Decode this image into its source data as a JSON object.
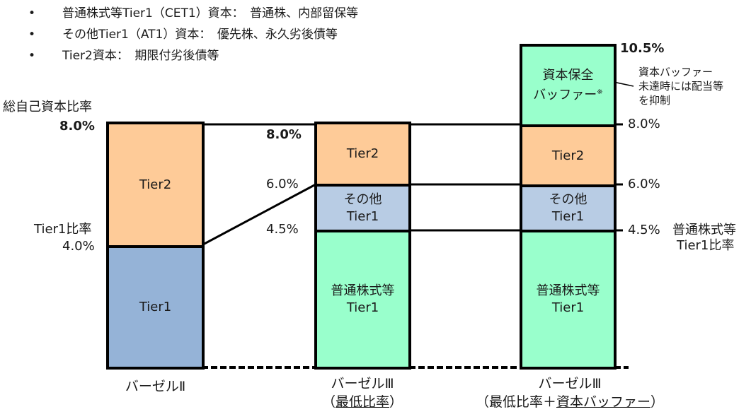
{
  "bullets": [
    {
      "bullet": "•",
      "text": "普通株式等Tier1（CET1）資本：　普通株、内部留保等"
    },
    {
      "bullet": "•",
      "text": "その他Tier1（AT1）資本：　優先株、永久劣後債等"
    },
    {
      "bullet": "•",
      "text": "Tier2資本：　期限付劣後債等"
    }
  ],
  "bar1": {
    "axis_title": "総自己資本比率",
    "top_value": "8.0%",
    "tier1_ratio_label": "Tier1比率",
    "tier1_value": "4.0%",
    "segments": {
      "tier2": "Tier2",
      "tier1": "Tier1"
    },
    "category": "バーゼルⅡ"
  },
  "bar2": {
    "top_value": "8.0%",
    "mid_value": "6.0%",
    "low_value": "4.5%",
    "segments": {
      "tier2": "Tier2",
      "at1_line1": "その他",
      "at1_line2": "Tier1",
      "cet1_line1": "普通株式等",
      "cet1_line2": "Tier1"
    },
    "category_line1": "バーゼルⅢ",
    "category_line2_open": "（",
    "category_line2_u": "最低比率",
    "category_line2_close": "）"
  },
  "bar3": {
    "top_value": "10.5%",
    "v8": "8.0%",
    "v6": "6.0%",
    "v45": "4.5%",
    "cet1_ratio_label_line1": "普通株式等",
    "cet1_ratio_label_line2": "Tier1比率",
    "segments": {
      "buffer_line1": "資本保全",
      "buffer_line2": "バッファー",
      "buffer_mark": "※",
      "tier2": "Tier2",
      "at1_line1": "その他",
      "at1_line2": "Tier1",
      "cet1_line1": "普通株式等",
      "cet1_line2": "Tier1"
    },
    "annotation": [
      "資本バッファー",
      "未達時には配当等",
      "を抑制"
    ],
    "category_line1": "バーゼルⅢ",
    "category_line2_open": "（最低比率＋",
    "category_line2_u": "資本バッファー",
    "category_line2_close": "）"
  },
  "colors": {
    "tier2": "#fecb98",
    "tier1_basel2": "#95b3d7",
    "at1": "#b8cce4",
    "cet1": "#99ffcc",
    "buffer": "#99ffcc",
    "outline": "#000000"
  }
}
